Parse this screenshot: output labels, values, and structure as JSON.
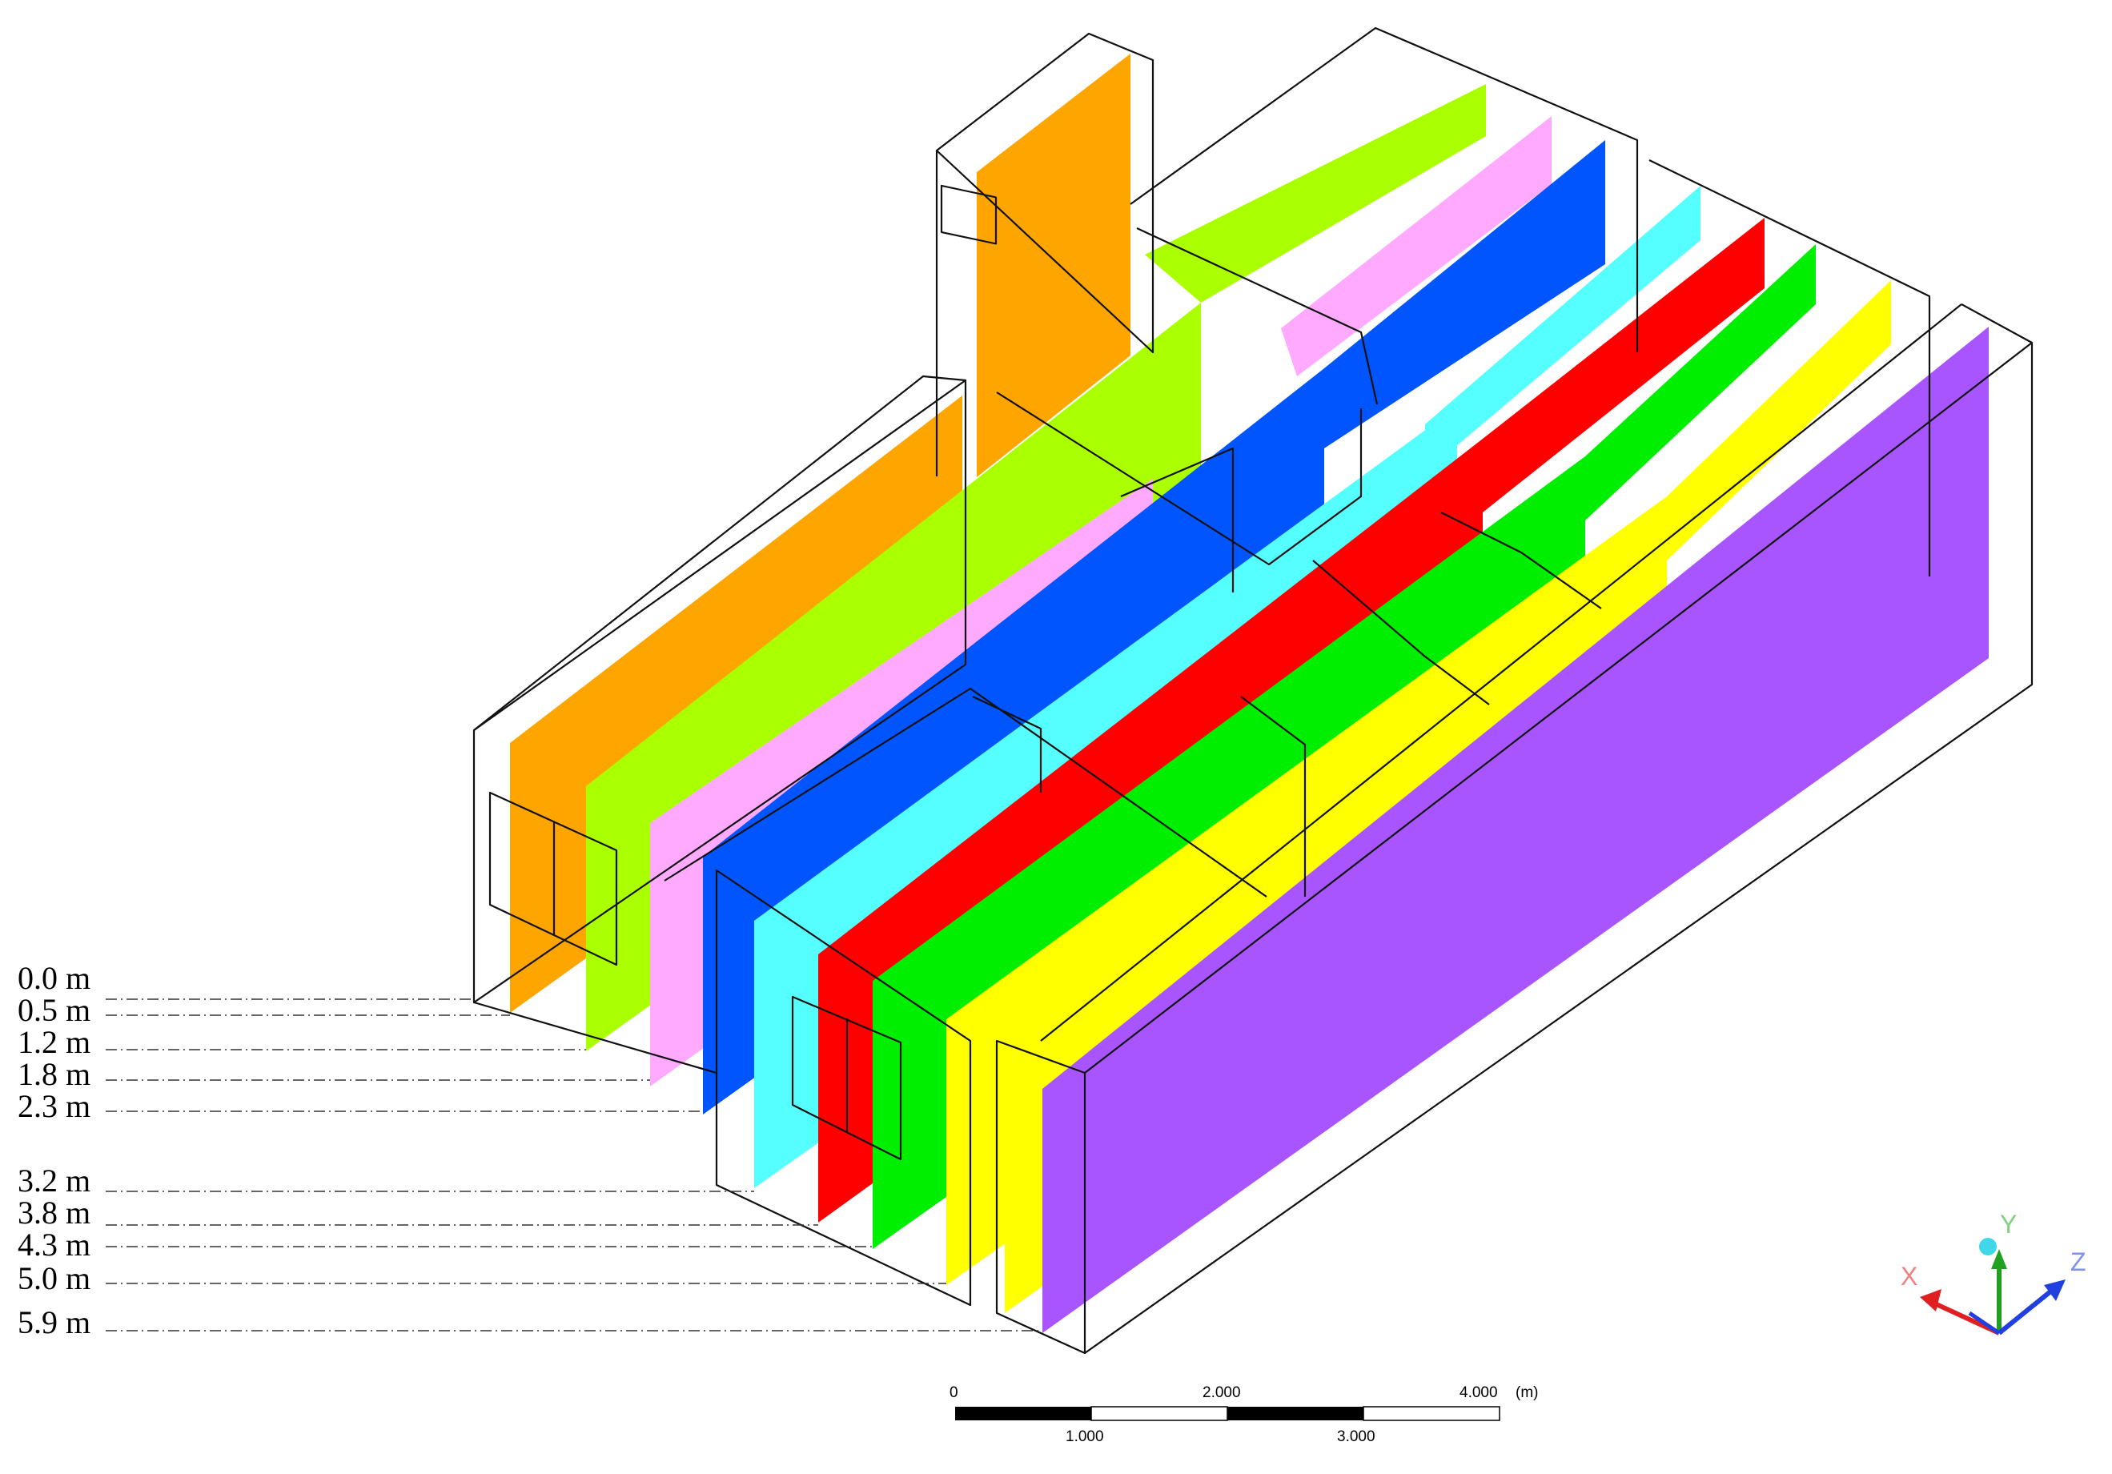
{
  "planes": [
    {
      "label": "0.0 m",
      "color": "#FFA500"
    },
    {
      "label": "0.5 m",
      "color": "#AAFF00"
    },
    {
      "label": "1.2 m",
      "color": "#FFAAFF"
    },
    {
      "label": "1.8 m",
      "color": "#0055FF"
    },
    {
      "label": "2.3 m",
      "color": "#55FFFF"
    },
    {
      "label": "3.2 m",
      "color": "#FF0000"
    },
    {
      "label": "3.8 m",
      "color": "#00EE00"
    },
    {
      "label": "4.3 m",
      "color": "#FFFF00"
    },
    {
      "label": "5.0 m",
      "color": "#FFFF00"
    },
    {
      "label": "5.9 m",
      "color": "#A855FF"
    }
  ],
  "scale_bar": {
    "ticks_top": [
      "0",
      "2.000",
      "4.000"
    ],
    "unit": "(m)",
    "ticks_bottom": [
      "1.000",
      "3.000"
    ]
  },
  "axes": {
    "x": {
      "label": "X",
      "color": "#E02020"
    },
    "y": {
      "label": "Y",
      "color": "#20A020"
    },
    "z": {
      "label": "Z",
      "color": "#2040E0"
    },
    "origin_color": "#40D8E8"
  }
}
